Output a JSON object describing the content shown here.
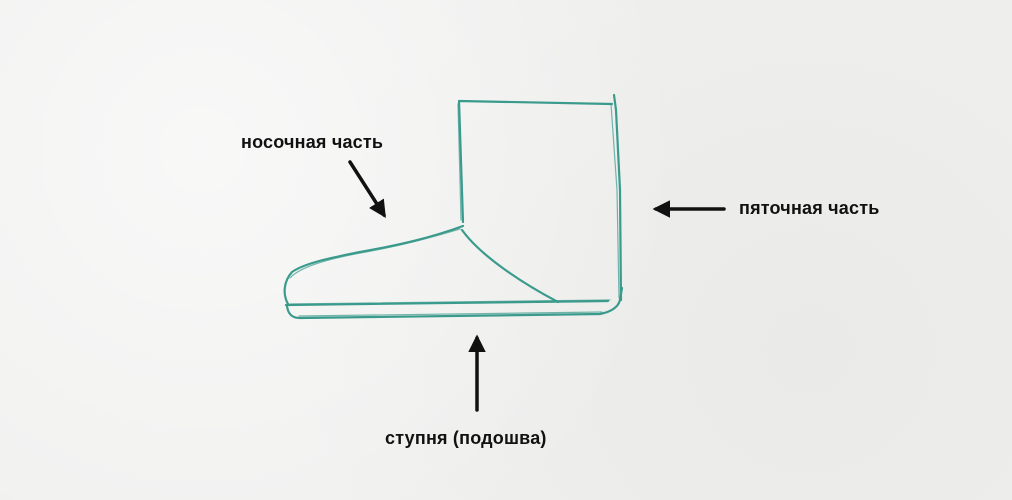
{
  "labels": {
    "toe": "носочная часть",
    "heel": "пяточная часть",
    "sole": "ступня (подошва)"
  },
  "colors": {
    "sketch_line": "#3a9a8c",
    "arrow": "#111111",
    "paper": "#f0f0ef"
  }
}
